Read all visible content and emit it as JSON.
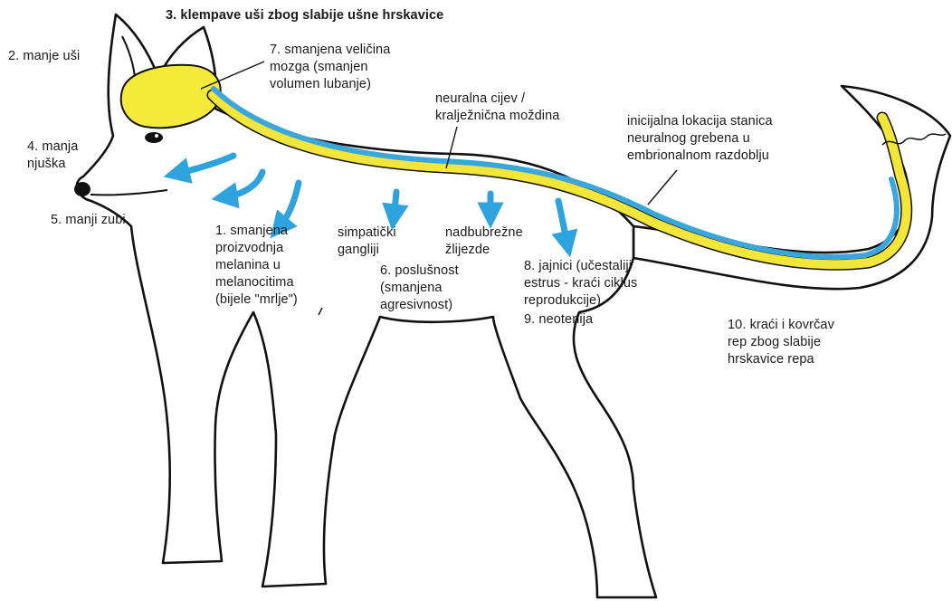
{
  "colors": {
    "outline": "#111111",
    "brain": "#f5ea3a",
    "neural_tube": "#3aa7dc",
    "neural_crest": "#f3e63a",
    "arrow": "#2fa3dd"
  },
  "labels": {
    "ears_floppy": "3. klempave uši zbog slabije ušne hrskavice",
    "ears_smaller": "2. manje uši",
    "brain_smaller": "7. smanjena veličina\nmozga (smanjen\nvolumen lubanje)",
    "neural_tube": "neuralna cijev /\nkralježnična moždina",
    "neural_crest_origin": "inicijalna lokacija stanica\nneuralnog grebena u\nembrionalnom razdoblju",
    "snout": "4. manja\nnjuška",
    "teeth": "5. manji zubi",
    "melanin": "1. smanjena\nproizvodnja\nmelanina u\nmelanocitima\n(bijele \"mrlje\")",
    "sympathetic": "simpatički\ngangliji",
    "adrenal": "nadbubrežne\nžlijezde",
    "docility": "6. poslušnost\n(smanjena\nagresivnost)",
    "ovaries": "8. jajnici (učestaliji\nestrus - kraći ciklus\nreprodukcije)",
    "neoteny": "9. neotenija",
    "tail": "10. kraći i kovrčav\nrep zbog slabije\nhrskavice repa"
  }
}
